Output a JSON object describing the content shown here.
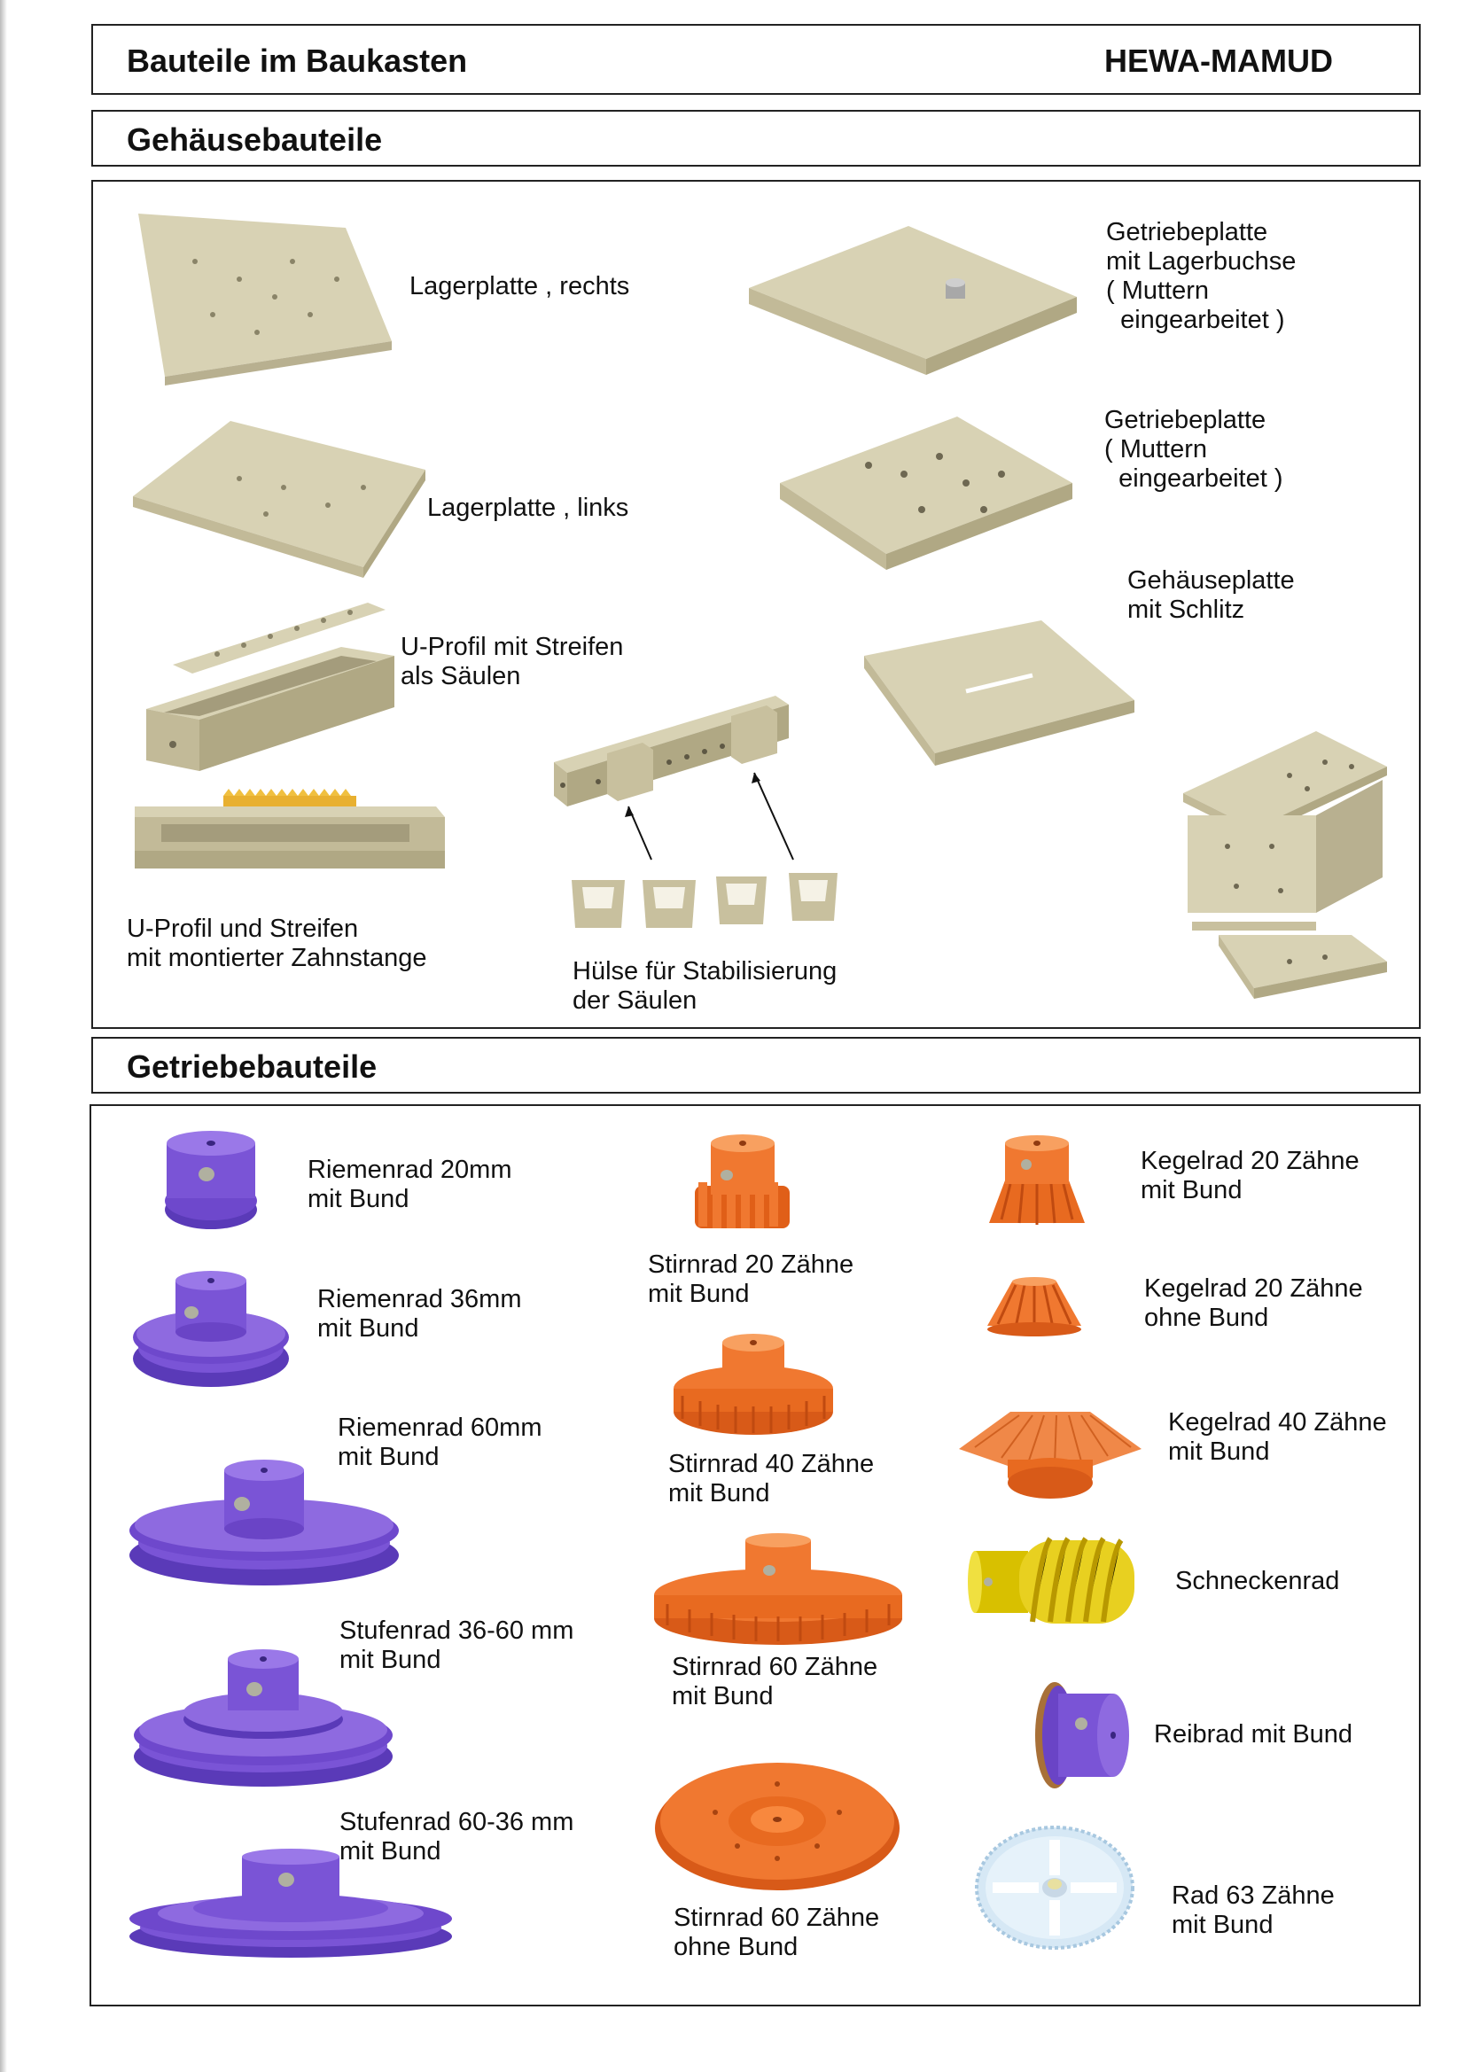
{
  "header": {
    "title": "Bauteile im Baukasten",
    "brand": "HEWA-MAMUD"
  },
  "housing": {
    "title": "Gehäusebauteile",
    "items": [
      {
        "name": "lagerplatte-rechts",
        "label": "Lagerplatte , rechts"
      },
      {
        "name": "getriebeplatte-lagerbuchse",
        "label": "Getriebeplatte\nmit Lagerbuchse\n( Muttern\n  eingearbeitet )"
      },
      {
        "name": "lagerplatte-links",
        "label": "Lagerplatte , links"
      },
      {
        "name": "getriebeplatte",
        "label": "Getriebeplatte\n( Muttern\n  eingearbeitet )"
      },
      {
        "name": "gehaeuseplatte-schlitz",
        "label": "Gehäuseplatte\nmit Schlitz"
      },
      {
        "name": "u-profil-streifen",
        "label": "U-Profil mit Streifen\nals Säulen"
      },
      {
        "name": "u-profil-zahnstange",
        "label": "U-Profil und Streifen\nmit montierter Zahnstange"
      },
      {
        "name": "huelse",
        "label": "Hülse für Stabilisierung\nder Säulen"
      }
    ]
  },
  "gears": {
    "title": "Getriebebauteile",
    "items": [
      {
        "name": "riemenrad-20",
        "label": "Riemenrad 20mm\nmit Bund"
      },
      {
        "name": "riemenrad-36",
        "label": "Riemenrad 36mm\nmit Bund"
      },
      {
        "name": "riemenrad-60",
        "label": "Riemenrad 60mm\nmit Bund"
      },
      {
        "name": "stufenrad-36-60",
        "label": "Stufenrad 36-60 mm\nmit Bund"
      },
      {
        "name": "stufenrad-60-36",
        "label": "Stufenrad 60-36 mm\nmit Bund"
      },
      {
        "name": "stirnrad-20",
        "label": "Stirnrad 20 Zähne\nmit Bund"
      },
      {
        "name": "stirnrad-40",
        "label": "Stirnrad 40 Zähne\nmit Bund"
      },
      {
        "name": "stirnrad-60-bund",
        "label": "Stirnrad 60 Zähne\nmit Bund"
      },
      {
        "name": "stirnrad-60-ohne",
        "label": "Stirnrad 60 Zähne\nohne Bund"
      },
      {
        "name": "kegelrad-20-bund",
        "label": "Kegelrad 20 Zähne\nmit Bund"
      },
      {
        "name": "kegelrad-20-ohne",
        "label": "Kegelrad 20 Zähne\nohne Bund"
      },
      {
        "name": "kegelrad-40",
        "label": "Kegelrad 40 Zähne\nmit Bund"
      },
      {
        "name": "schneckenrad",
        "label": "Schneckenrad"
      },
      {
        "name": "reibrad",
        "label": "Reibrad mit Bund"
      },
      {
        "name": "rad-63",
        "label": "Rad 63 Zähne\nmit Bund"
      }
    ]
  },
  "colors": {
    "plate": "#d8d2b4",
    "plate_side": "#b8b090",
    "purple": "#7a4fd0",
    "orange": "#f07830",
    "yellow": "#e8d020",
    "white_gear": "#dfeef8"
  }
}
